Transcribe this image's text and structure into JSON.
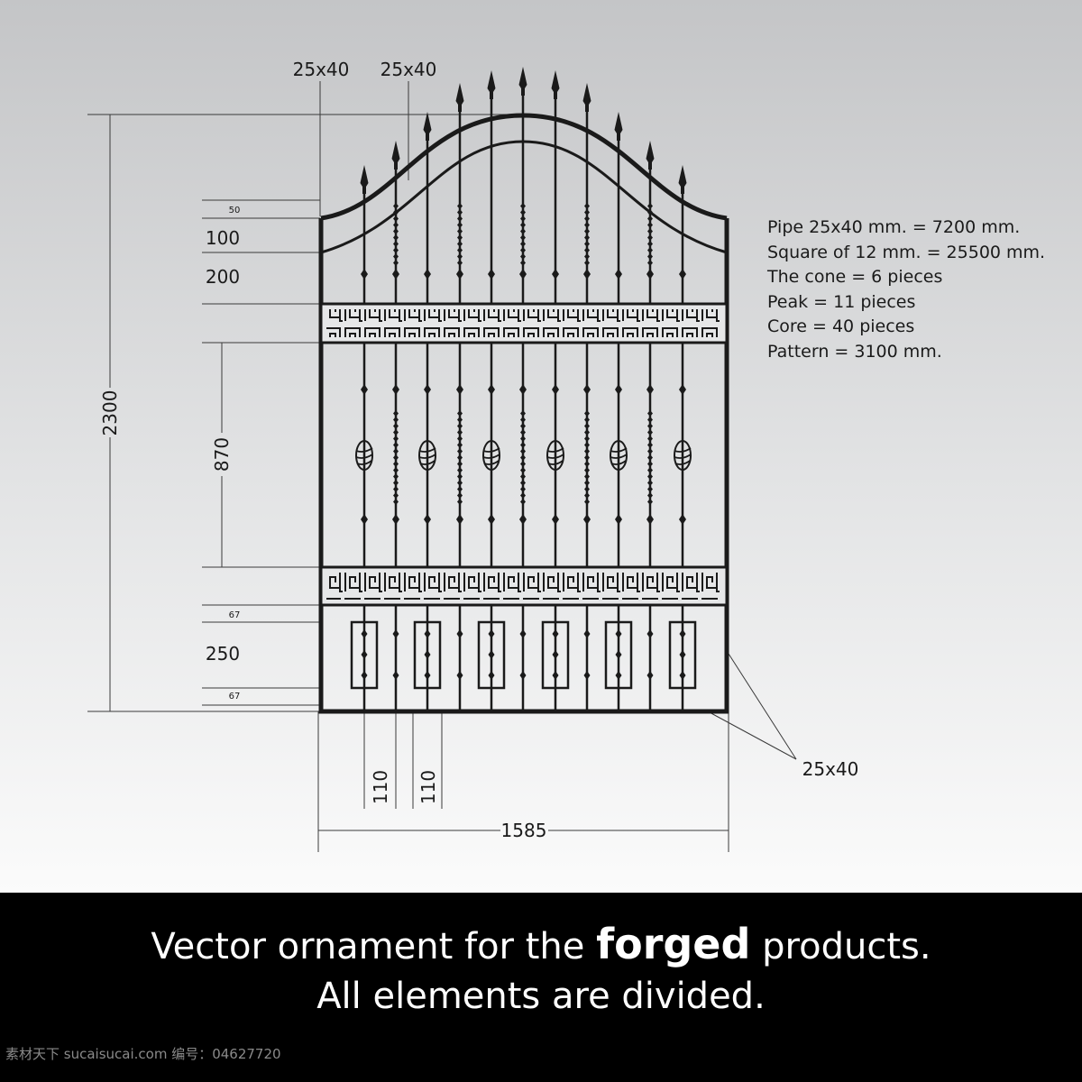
{
  "dimensions": {
    "pipe_left": "25x40",
    "pipe_right": "25x40",
    "dim_50": "50",
    "dim_100": "100",
    "dim_200": "200",
    "dim_2300": "2300",
    "dim_870": "870",
    "dim_67_top": "67",
    "dim_250": "250",
    "dim_67_bottom": "67",
    "frame_pipe": "25x40",
    "dim_110_a": "110",
    "dim_110_b": "110",
    "width_1585": "1585"
  },
  "materials": [
    "Pipe 25x40 mm. = 7200 mm.",
    "Square of 12 mm. = 25500 mm.",
    "The cone = 6 pieces",
    "Peak = 11 pieces",
    "Core = 40 pieces",
    "Pattern = 3100 mm."
  ],
  "caption": {
    "line1_before": "Vector ornament for the ",
    "line1_bold": "forged",
    "line1_after": " products.",
    "line2": "All elements are divided."
  },
  "watermark": "素材天下 sucaisucai.com   编号：04627720",
  "colors": {
    "ink": "#1a1a1a",
    "footer_bg": "#000000",
    "footer_text": "#ffffff"
  }
}
